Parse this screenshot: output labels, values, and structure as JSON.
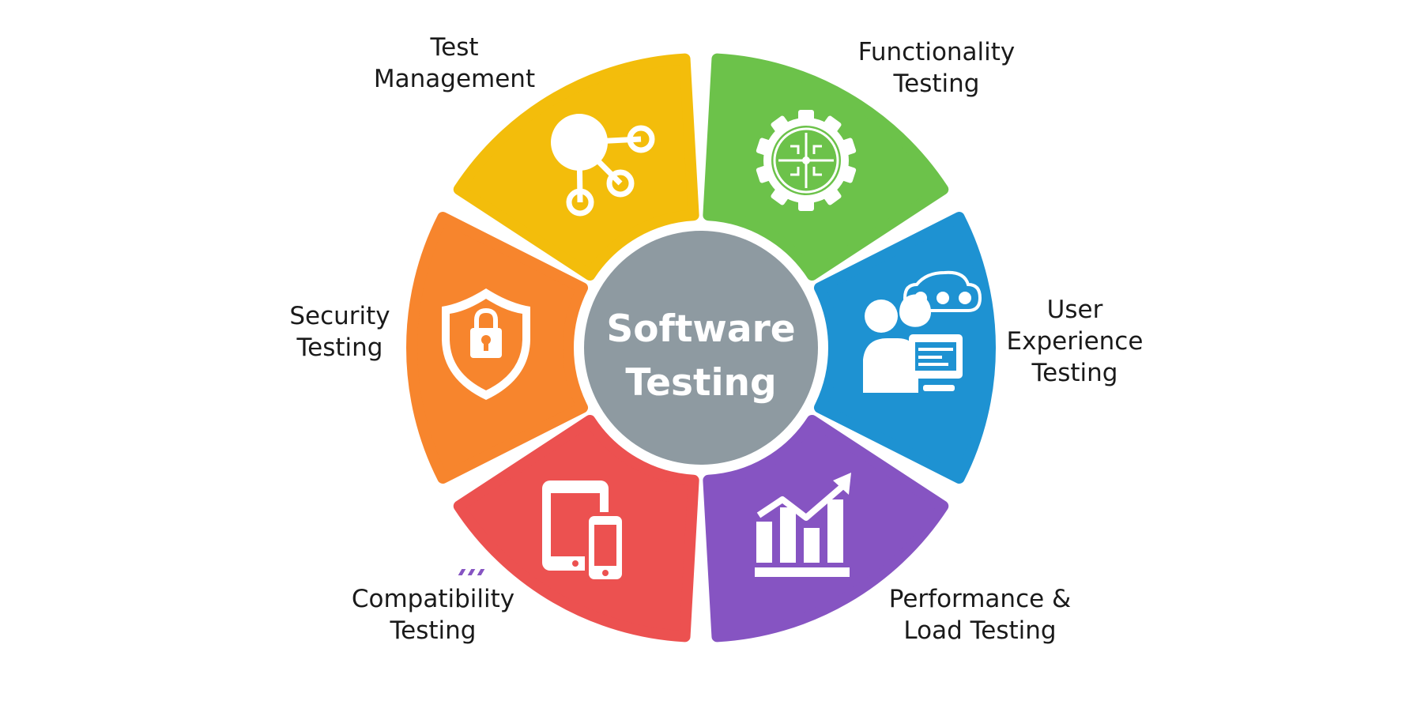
{
  "hub": {
    "line1": "Software",
    "line2": "Testing",
    "color": "#8e9aa1"
  },
  "segments": [
    {
      "line1": "Test",
      "line2": "Management",
      "color": "#f3bd0b",
      "icon": "network-nodes-icon"
    },
    {
      "line1": "Functionality",
      "line2": "Testing",
      "color": "#6cc24a",
      "icon": "gear-circuit-icon"
    },
    {
      "line1": "User",
      "line2": "Experience",
      "line3": "Testing",
      "color": "#1e92d2",
      "icon": "user-computer-feedback-icon"
    },
    {
      "line1": "Performance &",
      "line2": "Load Testing",
      "color": "#8654c2",
      "icon": "chart-growth-icon"
    },
    {
      "line1": "Compatibility",
      "line2": "Testing",
      "color": "#ec5150",
      "icon": "tablet-phone-icon"
    },
    {
      "line1": "Security",
      "line2": "Testing",
      "color": "#f7852d",
      "icon": "shield-lock-icon"
    }
  ]
}
